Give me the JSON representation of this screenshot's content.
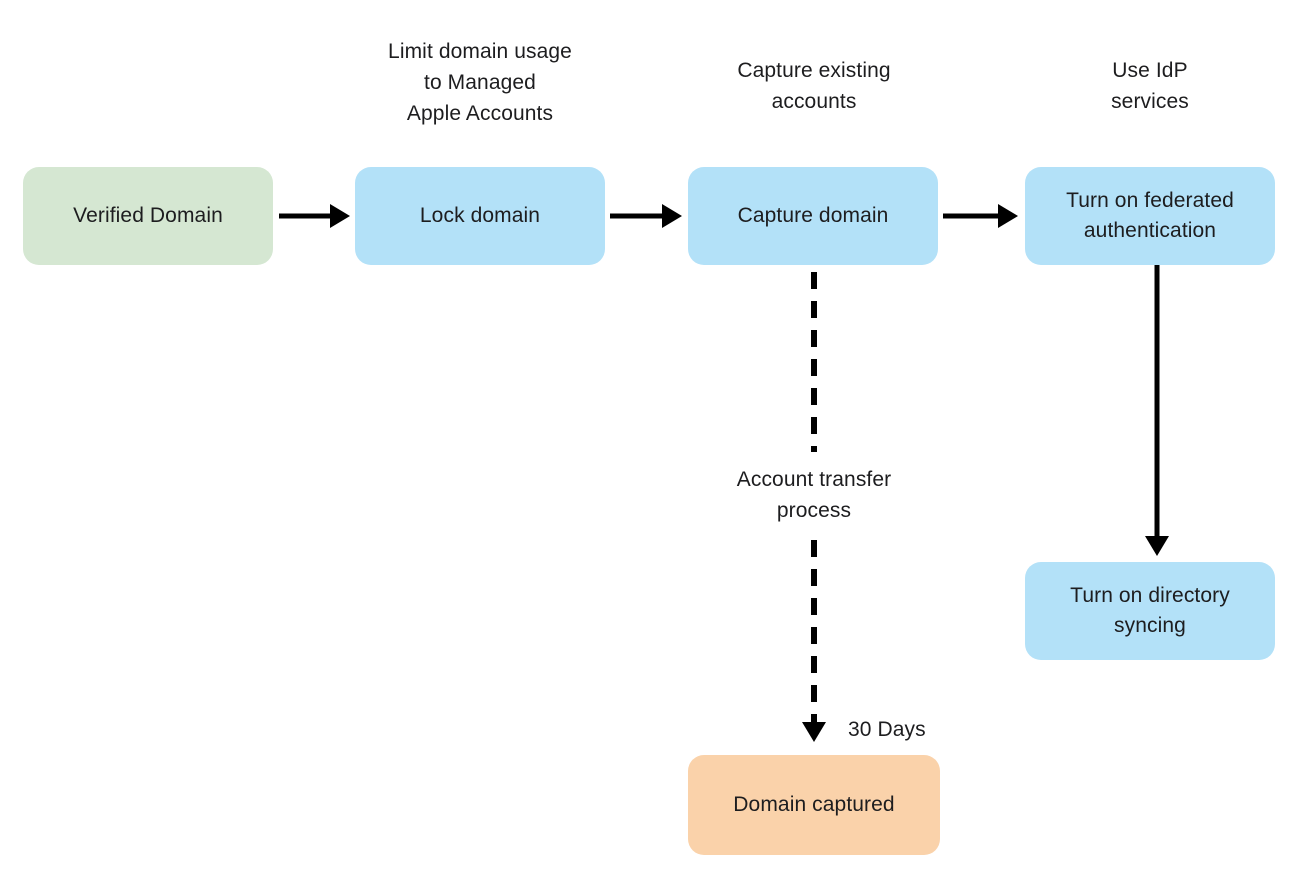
{
  "page": {
    "background_color": "#ffffff",
    "text_color": "#1d1d1f",
    "arrow_color": "#000000"
  },
  "diagram": {
    "type": "flowchart",
    "colors": {
      "start_node_fill": "#d5e7d2",
      "process_node_fill": "#b3e1f8",
      "end_node_fill": "#fad2aa"
    },
    "nodes": {
      "verified_domain": {
        "label": "Verified Domain",
        "fill": "#d5e7d2"
      },
      "lock_domain": {
        "label": "Lock domain",
        "fill": "#b3e1f8"
      },
      "capture_domain": {
        "label": "Capture domain",
        "fill": "#b3e1f8"
      },
      "federated_auth": {
        "label": "Turn on federated\nauthentication",
        "fill": "#b3e1f8"
      },
      "directory_syncing": {
        "label": "Turn on directory\nsyncing",
        "fill": "#b3e1f8"
      },
      "domain_captured": {
        "label": "Domain captured",
        "fill": "#fad2aa"
      }
    },
    "captions": {
      "lock_domain_note": "Limit domain usage\nto Managed\nApple Accounts",
      "capture_domain_note": "Capture existing\naccounts",
      "federated_auth_note": "Use IdP\nservices",
      "transfer_process_note": "Account transfer\nprocess",
      "transfer_duration_label": "30 Days"
    },
    "edges": [
      {
        "from": "verified_domain",
        "to": "lock_domain",
        "style": "solid",
        "direction": "right"
      },
      {
        "from": "lock_domain",
        "to": "capture_domain",
        "style": "solid",
        "direction": "right"
      },
      {
        "from": "capture_domain",
        "to": "federated_auth",
        "style": "solid",
        "direction": "right"
      },
      {
        "from": "federated_auth",
        "to": "directory_syncing",
        "style": "solid",
        "direction": "down"
      },
      {
        "from": "capture_domain",
        "to": "domain_captured",
        "style": "dashed",
        "direction": "down",
        "labels": [
          "Account transfer\nprocess",
          "30 Days"
        ]
      }
    ]
  }
}
